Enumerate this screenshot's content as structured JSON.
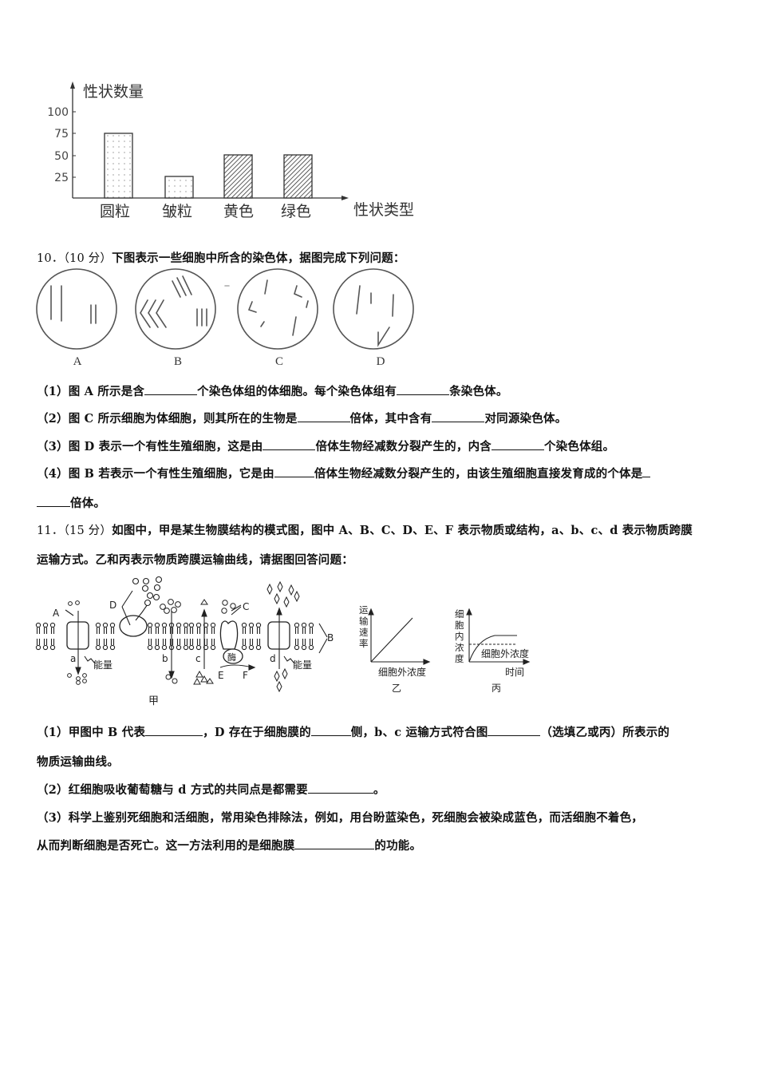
{
  "chart_data": {
    "type": "bar",
    "title": "",
    "ylabel": "性状数量",
    "xlabel": "性状类型",
    "categories": [
      "圆粒",
      "皱粒",
      "黄色",
      "绿色"
    ],
    "values": [
      75,
      25,
      50,
      50
    ],
    "yticks": [
      "100",
      "75",
      "50",
      "25"
    ],
    "ylim": [
      0,
      100
    ],
    "grid": false,
    "bar_patterns": [
      "dotted",
      "dotted",
      "hatched",
      "hatched"
    ]
  },
  "q10": {
    "number": "10．",
    "score": "（10 分）",
    "stem": "下图表示一些细胞中所含的染色体，据图完成下列问题：",
    "cell_labels": [
      "A",
      "B",
      "C",
      "D"
    ],
    "sub": [
      {
        "prefix": "（1）",
        "parts": [
          "图 A 所示是含",
          "个染色体组的体细胞。每个染色体组有",
          "条染色体。"
        ]
      },
      {
        "prefix": "（2）",
        "parts": [
          "图 C 所示细胞为体细胞，则其所在的生物是",
          "倍体，其中含有",
          "对同源染色体。"
        ]
      },
      {
        "prefix": "（3）",
        "parts": [
          "图 D 表示一个有性生殖细胞，这是由",
          "倍体生物经减数分裂产生的，内含",
          "个染色体组。"
        ]
      },
      {
        "prefix": "（4）",
        "parts": [
          "图 B 若表示一个有性生殖细胞，它是由",
          "倍体生物经减数分裂产生的，由该生殖细胞直接发育成的个体是",
          "倍体。"
        ]
      }
    ]
  },
  "q11": {
    "number": "11．",
    "score": "（15 分）",
    "stem_line1": "如图中，甲是某生物膜结构的模式图，图中 A、B、C、D、E、F 表示物质或结构，a、b、c、d 表示物质跨膜",
    "stem_line2": "运输方式。乙和丙表示物质跨膜运输曲线，请据图回答问题：",
    "figure_jia": {
      "caption": "甲",
      "labels": {
        "A": "A",
        "B": "B",
        "C": "C",
        "D": "D",
        "E": "E",
        "F": "F",
        "a": "a",
        "b": "b",
        "c": "c",
        "d": "d",
        "enzyme": "酶",
        "energy": "能量"
      }
    },
    "figure_yi": {
      "caption": "乙",
      "ylabel": "运输速率",
      "xlabel": "细胞外浓度"
    },
    "figure_bing": {
      "caption": "丙",
      "ylabel": "细胞内浓度",
      "xlabel": "时间",
      "dashed_label": "细胞外浓度"
    },
    "sub": [
      {
        "prefix": "（1）",
        "parts": [
          "甲图中 B 代表",
          "，D 存在于细胞膜的",
          "侧，b、c 运输方式符合图",
          "（选填乙或丙）所表示的"
        ],
        "cont": "物质运输曲线。"
      },
      {
        "prefix": "（2）",
        "parts": [
          "红细胞吸收葡萄糖与 d 方式的共同点是都需要",
          "。"
        ]
      },
      {
        "prefix": "（3）",
        "line1": "科学上鉴别死细胞和活细胞，常用染色排除法，例如，用台盼蓝染色，死细胞会被染成蓝色，而活细胞不着色，",
        "parts": [
          "从而判断细胞是否死亡。这一方法利用的是细胞膜",
          "的功能。"
        ]
      }
    ]
  }
}
